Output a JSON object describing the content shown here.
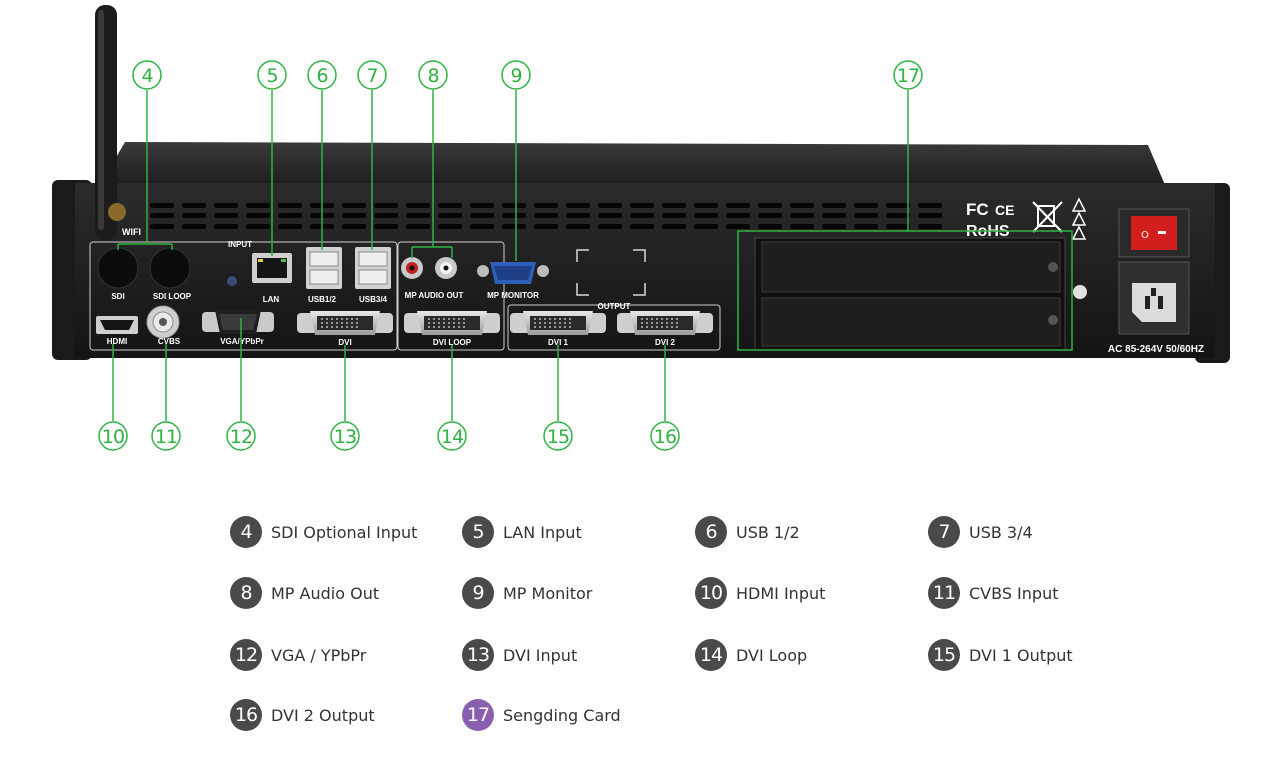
{
  "device": {
    "antenna_label": "WIFI",
    "input_label": "INPUT",
    "output_label": "OUTPUT",
    "ports": {
      "sdi": "SDI",
      "sdi_loop": "SDI LOOP",
      "lan": "LAN",
      "usb12": "USB1/2",
      "usb34": "USB3/4",
      "mp_audio_out": "MP AUDIO OUT",
      "mp_monitor": "MP MONITOR",
      "hdmi": "HDMI",
      "cvbs": "CVBS",
      "vga": "VGA/YPbPr",
      "dvi": "DVI",
      "dvi_loop": "DVI LOOP",
      "dvi1": "DVI 1",
      "dvi2": "DVI 2"
    },
    "cert_fc": "FC",
    "cert_ce": "CE",
    "cert_rohs": "RoHS",
    "power_rating": "AC 85-264V 50/60HZ"
  },
  "callouts": {
    "top": [
      "4",
      "5",
      "6",
      "7",
      "8",
      "9",
      "17"
    ],
    "bottom": [
      "10",
      "11",
      "12",
      "13",
      "14",
      "15",
      "16"
    ]
  },
  "legend": [
    {
      "num": "4",
      "text": "SDI Optional Input"
    },
    {
      "num": "5",
      "text": "LAN Input"
    },
    {
      "num": "6",
      "text": "USB 1/2"
    },
    {
      "num": "7",
      "text": "USB 3/4"
    },
    {
      "num": "8",
      "text": "MP Audio Out"
    },
    {
      "num": "9",
      "text": "MP Monitor"
    },
    {
      "num": "10",
      "text": "HDMI Input"
    },
    {
      "num": "11",
      "text": "CVBS Input"
    },
    {
      "num": "12",
      "text": "VGA / YPbPr"
    },
    {
      "num": "13",
      "text": "DVI Input"
    },
    {
      "num": "14",
      "text": "DVI Loop"
    },
    {
      "num": "15",
      "text": "DVI 1 Output"
    },
    {
      "num": "16",
      "text": "DVI 2 Output"
    },
    {
      "num": "17",
      "text": "Sengding Card",
      "accent": "#8a5fb0"
    }
  ],
  "colors": {
    "callout": "#2fb342",
    "badge": "#4a4a4a",
    "badge_accent": "#8a5fb0",
    "chassis": "#1c1c1c"
  }
}
